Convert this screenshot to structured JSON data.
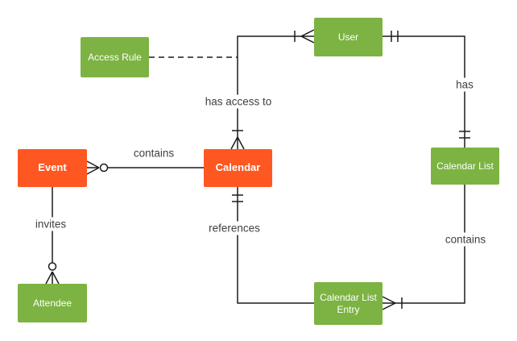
{
  "diagram": {
    "type": "entity-relationship-diagram",
    "entities": [
      {
        "id": "access-rule",
        "label": "Access Rule",
        "color_role": "green"
      },
      {
        "id": "user",
        "label": "User",
        "color_role": "green"
      },
      {
        "id": "event",
        "label": "Event",
        "color_role": "orange"
      },
      {
        "id": "calendar",
        "label": "Calendar",
        "color_role": "orange"
      },
      {
        "id": "calendar-list",
        "label": "Calendar List",
        "color_role": "green"
      },
      {
        "id": "attendee",
        "label": "Attendee",
        "color_role": "green"
      },
      {
        "id": "calendar-list-entry",
        "label": "Calendar List Entry",
        "color_role": "green"
      }
    ],
    "relationships": [
      {
        "label": "has access to",
        "from": "User",
        "to": "Calendar",
        "from_cardinality": "one or many",
        "to_cardinality": "one or many",
        "style": "solid"
      },
      {
        "label": "has",
        "from": "User",
        "to": "Calendar List",
        "from_cardinality": "one and only one",
        "to_cardinality": "one and only one",
        "style": "solid"
      },
      {
        "label": "contains",
        "from": "Calendar",
        "to": "Event",
        "to_cardinality": "zero or many",
        "style": "solid"
      },
      {
        "label": "invites",
        "from": "Event",
        "to": "Attendee",
        "to_cardinality": "zero or many",
        "style": "solid"
      },
      {
        "label": "references",
        "from": "Calendar",
        "to": "Calendar List Entry",
        "from_cardinality": "one and only one",
        "style": "solid"
      },
      {
        "label": "contains",
        "from": "Calendar List",
        "to": "Calendar List Entry",
        "to_cardinality": "one or many",
        "style": "solid"
      },
      {
        "label": "",
        "from": "Access Rule",
        "to": "has access to relationship",
        "style": "dashed"
      }
    ]
  },
  "colors": {
    "entity_green": "#7cb342",
    "entity_orange": "#ff5722",
    "entity_text": "#ffffff",
    "line": "#1c1c1c",
    "label_text": "#404040",
    "background": "#ffffff"
  }
}
